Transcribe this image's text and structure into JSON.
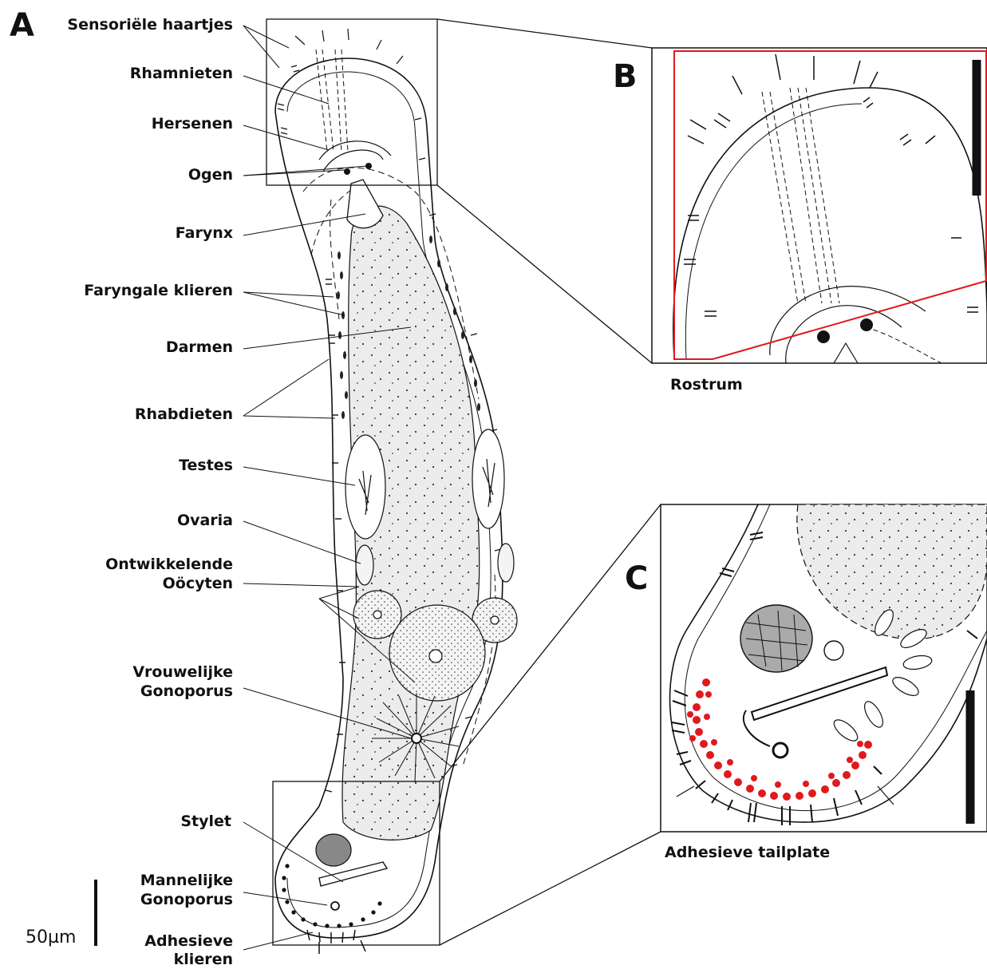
{
  "panels": {
    "a": "A",
    "b": "B",
    "c": "C"
  },
  "labels": {
    "sensory_hairs": "Sensoriële haartjes",
    "rhamnites": "Rhamnieten",
    "brain": "Hersenen",
    "eyes": "Ogen",
    "pharynx": "Farynx",
    "pharyngeal_glands": "Faryngale klieren",
    "gut": "Darmen",
    "rhabdites": "Rhabdieten",
    "testes": "Testes",
    "ovaries": "Ovaria",
    "oocytes_1": "Ontwikkelende",
    "oocytes_2": "Oöcyten",
    "female_pore_1": "Vrouwelijke",
    "female_pore_2": "Gonoporus",
    "stylet": "Stylet",
    "male_pore_1": "Mannelijke",
    "male_pore_2": "Gonoporus",
    "adhesive_glands_1": "Adhesieve",
    "adhesive_glands_2": "klieren"
  },
  "captions": {
    "b": "Rostrum",
    "c": "Adhesieve tailplate"
  },
  "scale_bar": {
    "text": "50µm"
  },
  "colors": {
    "ink": "#111111",
    "gut_fill": "#ececec",
    "highlight": "#e0191c"
  }
}
